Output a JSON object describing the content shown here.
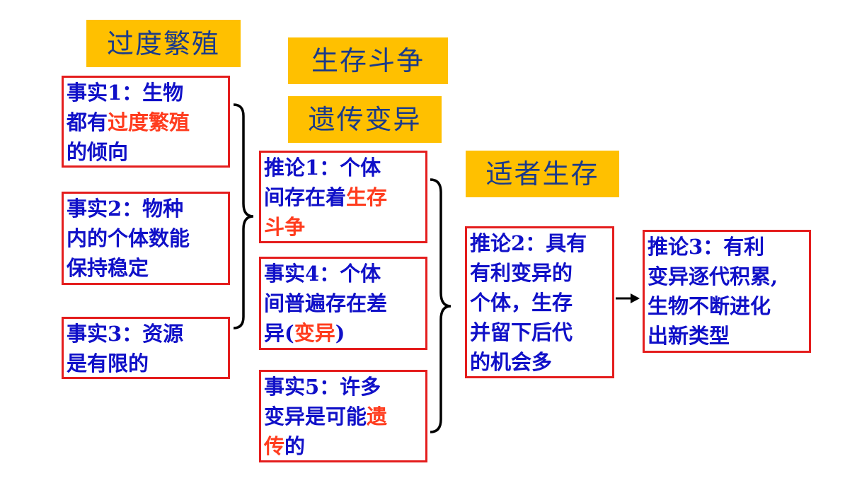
{
  "labels": {
    "overbreeding": "过度繁殖",
    "struggle": "生存斗争",
    "variation": "遗传变异",
    "survival": "适者生存"
  },
  "fact1": {
    "l1": "事实1：生物",
    "l2a": "都有",
    "l2b": "过度繁殖",
    "l3": "的倾向"
  },
  "fact2": {
    "l1": "事实2：物种",
    "l2": "内的个体数能",
    "l3": "保持稳定"
  },
  "fact3": {
    "l1": "事实3：资源",
    "l2": "是有限的"
  },
  "inference1": {
    "l1": "推论1：个体",
    "l2a": "间存在着",
    "l2b": "生存",
    "l3": "斗争"
  },
  "fact4": {
    "l1": "事实4：个体",
    "l2": "间普遍存在差",
    "l3a": "异(",
    "l3b": "变异",
    "l3c": ")"
  },
  "fact5": {
    "l1": "事实5：许多",
    "l2a": "变异是可能",
    "l2b": "遗",
    "l3a": "传",
    "l3b": "的"
  },
  "inference2": {
    "l1": "推论2：具有",
    "l2": "有利变异的",
    "l3": "个体，生存",
    "l4": "并留下后代",
    "l5": "的机会多"
  },
  "inference3": {
    "l1": "推论3：有利",
    "l2": "变异逐代积累,",
    "l3": "生物不断进化",
    "l4": "出新类型"
  },
  "colors": {
    "highlight": "#FFC000",
    "border": "#E41D1D",
    "text": "#1010C8",
    "emphasis": "#FF3C1E"
  }
}
